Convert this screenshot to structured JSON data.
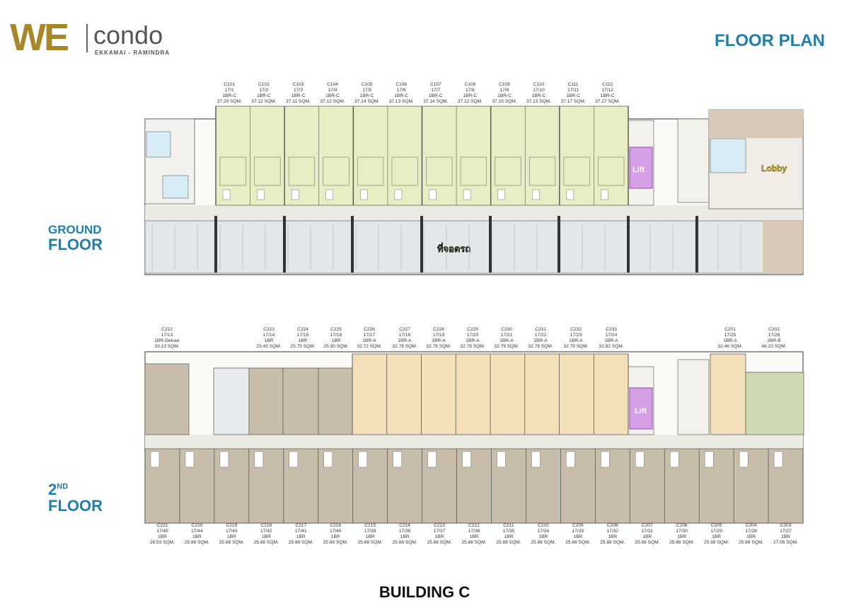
{
  "brand": {
    "name_we": "WE",
    "name_condo": "condo",
    "location": "EKKAMAI - RAMINDRA"
  },
  "page_title": "FLOOR PLAN",
  "building": "BUILDING C",
  "colors": {
    "accent_blue": "#1f7fa6",
    "unit_ground": "#e8edc3",
    "unit_2nd_a": "#f3dfb8",
    "unit_2nd_std": "#c7bdaa",
    "unit_2br": "#cfd9b4",
    "lift": "#d6a0e6",
    "parking": "#e4e7ea",
    "corridor": "#ecebe3"
  },
  "ground_floor": {
    "label_line1": "GROUND",
    "label_line2": "FLOOR",
    "lift_label": "Lift",
    "lobby_label": "Lobby",
    "parking_label": "ที่จอดรถ",
    "units": [
      {
        "code": "C101",
        "no": "17/1",
        "type": "1BR-C",
        "area": "37.29 SQM."
      },
      {
        "code": "C102",
        "no": "17/2",
        "type": "1BR-C",
        "area": "37.12 SQM."
      },
      {
        "code": "C103",
        "no": "17/3",
        "type": "1BR-C",
        "area": "37.11 SQM."
      },
      {
        "code": "C104",
        "no": "17/4",
        "type": "1BR-C",
        "area": "37.12 SQM."
      },
      {
        "code": "C105",
        "no": "17/5",
        "type": "1BR-C",
        "area": "37.14 SQM."
      },
      {
        "code": "C106",
        "no": "17/6",
        "type": "1BR-C",
        "area": "37.13 SQM."
      },
      {
        "code": "C107",
        "no": "17/7",
        "type": "1BR-C",
        "area": "37.14 SQM."
      },
      {
        "code": "C108",
        "no": "17/8",
        "type": "1BR-C",
        "area": "37.12 SQM."
      },
      {
        "code": "C109",
        "no": "17/9",
        "type": "1BR-C",
        "area": "37.15 SQM."
      },
      {
        "code": "C110",
        "no": "17/10",
        "type": "1BR-C",
        "area": "37.13 SQM."
      },
      {
        "code": "C111",
        "no": "17/11",
        "type": "1BR-C",
        "area": "37.17 SQM."
      },
      {
        "code": "C112",
        "no": "17/12",
        "type": "1BR-C",
        "area": "37.27 SQM."
      }
    ]
  },
  "second_floor": {
    "label_line1": "2",
    "label_sup": "ND",
    "label_line2": "FLOOR",
    "lift_label": "Lift",
    "top_units": [
      {
        "code": "C222",
        "no": "17/13",
        "type": "1BR-Deluxe",
        "area": "33.13 SQM."
      },
      {
        "code": "C223",
        "no": "17/14",
        "type": "1BR",
        "area": "25.43 SQM."
      },
      {
        "code": "C224",
        "no": "17/15",
        "type": "1BR",
        "area": "25.75 SQM."
      },
      {
        "code": "C225",
        "no": "17/16",
        "type": "1BR",
        "area": "25.90 SQM."
      },
      {
        "code": "C226",
        "no": "17/17",
        "type": "1BR-A",
        "area": "32.72 SQM."
      },
      {
        "code": "C227",
        "no": "17/18",
        "type": "1BR-A",
        "area": "32.78 SQM."
      },
      {
        "code": "C228",
        "no": "17/19",
        "type": "1BR-A",
        "area": "32.78 SQM."
      },
      {
        "code": "C229",
        "no": "17/20",
        "type": "1BR-A",
        "area": "32.78 SQM."
      },
      {
        "code": "C230",
        "no": "17/21",
        "type": "1BR-A",
        "area": "32.79 SQM."
      },
      {
        "code": "C231",
        "no": "17/22",
        "type": "1BR-A",
        "area": "32.78 SQM."
      },
      {
        "code": "C232",
        "no": "17/23",
        "type": "1BR-A",
        "area": "32.79 SQM."
      },
      {
        "code": "C233",
        "no": "17/24",
        "type": "1BR-A",
        "area": "32.82 SQM."
      },
      {
        "code": "C201",
        "no": "17/25",
        "type": "1BR-A",
        "area": "32.46 SQM."
      },
      {
        "code": "C202",
        "no": "17/26",
        "type": "2BR-B",
        "area": "48.23 SQM."
      }
    ],
    "bottom_units": [
      {
        "code": "C221",
        "no": "17/45",
        "type": "1BR",
        "area": "26.53 SQM."
      },
      {
        "code": "C220",
        "no": "17/44",
        "type": "1BR",
        "area": "25.88 SQM."
      },
      {
        "code": "C219",
        "no": "17/43",
        "type": "1BR",
        "area": "25.88 SQM."
      },
      {
        "code": "C218",
        "no": "17/42",
        "type": "1BR",
        "area": "25.88 SQM."
      },
      {
        "code": "C217",
        "no": "17/41",
        "type": "1BR",
        "area": "25.88 SQM."
      },
      {
        "code": "C216",
        "no": "17/40",
        "type": "1BR",
        "area": "25.88 SQM."
      },
      {
        "code": "C215",
        "no": "17/39",
        "type": "1BR",
        "area": "25.88 SQM."
      },
      {
        "code": "C214",
        "no": "17/38",
        "type": "1BR",
        "area": "25.88 SQM."
      },
      {
        "code": "C213",
        "no": "17/37",
        "type": "1BR",
        "area": "25.88 SQM."
      },
      {
        "code": "C212",
        "no": "17/36",
        "type": "1BR",
        "area": "25.88 SQM."
      },
      {
        "code": "C211",
        "no": "17/35",
        "type": "1BR",
        "area": "25.88 SQM."
      },
      {
        "code": "C210",
        "no": "17/34",
        "type": "1BR",
        "area": "25.88 SQM."
      },
      {
        "code": "C209",
        "no": "17/33",
        "type": "1BR",
        "area": "25.88 SQM."
      },
      {
        "code": "C208",
        "no": "17/32",
        "type": "1BR",
        "area": "25.88 SQM."
      },
      {
        "code": "C207",
        "no": "17/31",
        "type": "1BR",
        "area": "25.88 SQM."
      },
      {
        "code": "C206",
        "no": "17/30",
        "type": "1BR",
        "area": "25.88 SQM."
      },
      {
        "code": "C205",
        "no": "17/29",
        "type": "1BR",
        "area": "25.88 SQM."
      },
      {
        "code": "C204",
        "no": "17/28",
        "type": "1BR",
        "area": "25.88 SQM."
      },
      {
        "code": "C203",
        "no": "17/27",
        "type": "1BR",
        "area": "27.05 SQM."
      }
    ]
  }
}
